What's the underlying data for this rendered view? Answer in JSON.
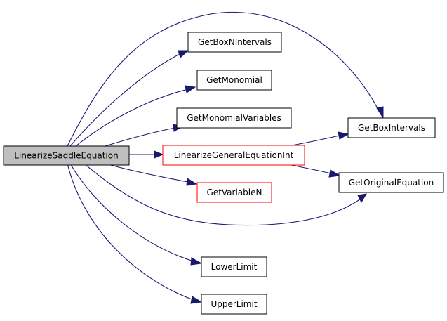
{
  "graph": {
    "colors": {
      "edge": "#191970",
      "node_border": "#000000",
      "node_border_highlight": "#ff0000",
      "root_fill": "#bfbfbf",
      "node_fill": "#ffffff"
    },
    "nodes": {
      "root": {
        "label": "LinearizeSaddleEquation"
      },
      "get_box_n_intervals": {
        "label": "GetBoxNIntervals"
      },
      "get_monomial": {
        "label": "GetMonomial"
      },
      "get_monomial_variables": {
        "label": "GetMonomialVariables"
      },
      "linearize_general_equation_int": {
        "label": "LinearizeGeneralEquationInt"
      },
      "get_variable_n": {
        "label": "GetVariableN"
      },
      "lower_limit": {
        "label": "LowerLimit"
      },
      "upper_limit": {
        "label": "UpperLimit"
      },
      "get_box_intervals": {
        "label": "GetBoxIntervals"
      },
      "get_original_equation": {
        "label": "GetOriginalEquation"
      }
    }
  }
}
